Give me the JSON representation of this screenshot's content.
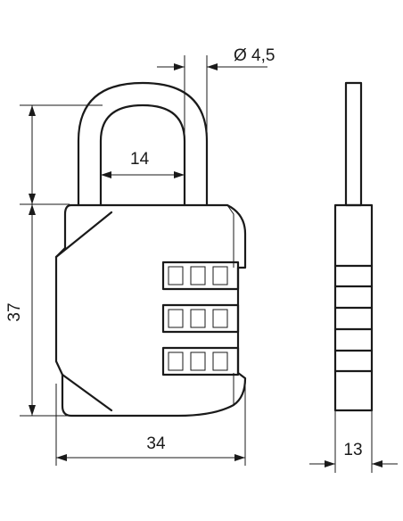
{
  "dimensions": {
    "shackle_diameter": "Ø 4,5",
    "shackle_inner_width": "14",
    "body_height": "37",
    "body_width": "34",
    "body_thickness": "13"
  },
  "colors": {
    "line": "#1a1a1a",
    "background": "#ffffff"
  }
}
